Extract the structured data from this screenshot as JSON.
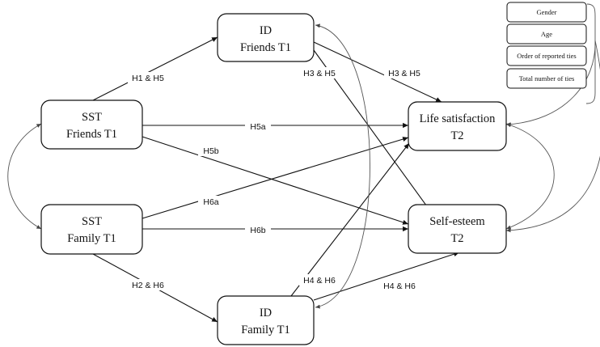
{
  "nodes": {
    "id_friends": {
      "line1": "ID",
      "line2": "Friends T1"
    },
    "sst_friends": {
      "line1": "SST",
      "line2": "Friends T1"
    },
    "sst_family": {
      "line1": "SST",
      "line2": "Family T1"
    },
    "id_family": {
      "line1": "ID",
      "line2": "Family T1"
    },
    "life_satisfaction": {
      "line1": "Life satisfaction",
      "line2": "T2"
    },
    "self_esteem": {
      "line1": "Self-esteem",
      "line2": "T2"
    }
  },
  "covariates": [
    "Gender",
    "Age",
    "Order of reported ties",
    "Total number of ties"
  ],
  "edge_labels": {
    "h1_h5": "H1 & H5",
    "h3_h5_left": "H3 & H5",
    "h3_h5_right": "H3 & H5",
    "h5a": "H5a",
    "h5b": "H5b",
    "h6a": "H6a",
    "h6b": "H6b",
    "h2_h6": "H2 & H6",
    "h4_h6_left": "H4 & H6",
    "h4_h6_right": "H4 & H6"
  }
}
